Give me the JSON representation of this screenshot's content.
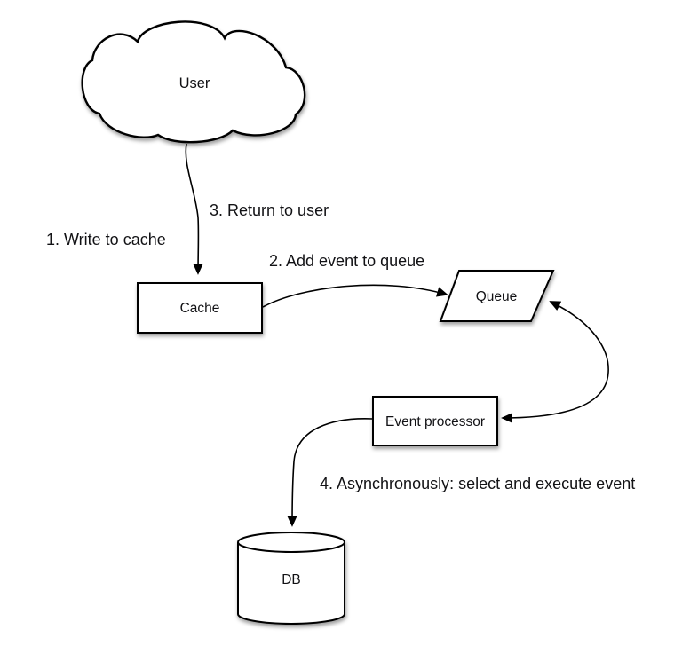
{
  "background": "#ffffff",
  "colors": {
    "shape_fill": "#ffffff",
    "shape_stroke": "#000000",
    "text": "#121215",
    "shadow": "rgba(0,0,0,0.38)"
  },
  "diagram": {
    "type": "flow-diagram",
    "nodes": [
      {
        "id": "user",
        "shape": "cloud",
        "label": "User"
      },
      {
        "id": "cache",
        "shape": "rectangle",
        "label": "Cache"
      },
      {
        "id": "queue",
        "shape": "parallelogram",
        "label": "Queue"
      },
      {
        "id": "event-processor",
        "shape": "rectangle",
        "label": "Event processor"
      },
      {
        "id": "db",
        "shape": "cylinder",
        "label": "DB"
      }
    ],
    "steps": [
      {
        "n": 1,
        "label": "1. Write to cache",
        "edge": "user->cache"
      },
      {
        "n": 2,
        "label": "2. Add event to queue",
        "edge": "cache->queue"
      },
      {
        "n": 3,
        "label": "3. Return to user",
        "edge": "cache->user"
      },
      {
        "n": 4,
        "label": "4. Asynchronously: select and execute event",
        "edge": "event-processor->db"
      }
    ],
    "edges": [
      {
        "from": "user",
        "to": "cache",
        "style": "arrow"
      },
      {
        "from": "cache",
        "to": "queue",
        "style": "arrow"
      },
      {
        "from": "queue",
        "to": "event-processor",
        "style": "double-arrow"
      },
      {
        "from": "event-processor",
        "to": "db",
        "style": "arrow"
      }
    ]
  }
}
